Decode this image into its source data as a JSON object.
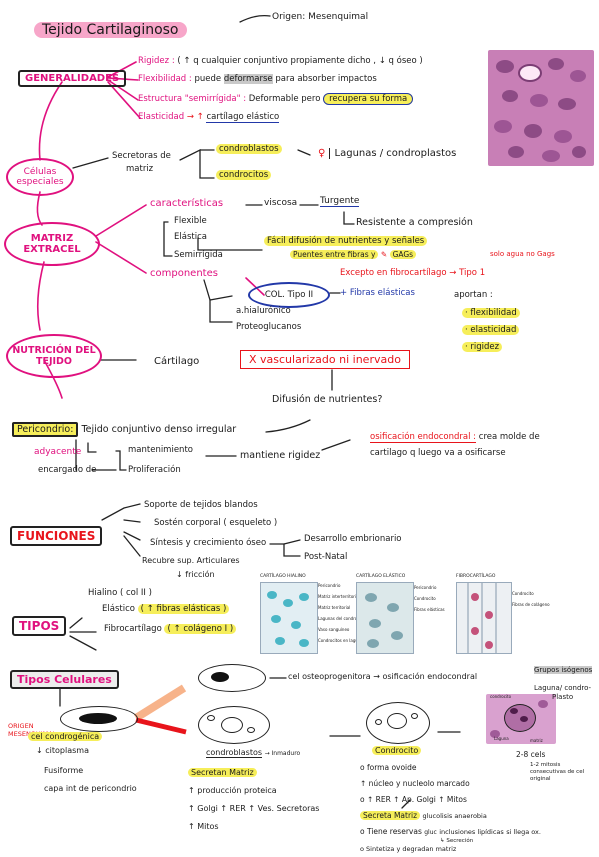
{
  "title": {
    "text": "Tejido Cartilaginoso",
    "origen": "Origen: Mesenquimal"
  },
  "generalidades": {
    "label": "GENERALIDADES",
    "rigidez_a": "Rigidez :",
    "rigidez_b": "( ↑ q cualquier conjuntivo propiamente dicho , ↓ q óseo )",
    "flex_a": "Flexibilidad :",
    "flex_b": "puede",
    "flex_c": "deformarse",
    "flex_d": "para absorber impactos",
    "estr_a": "Estructura \"semirrígida\" :",
    "estr_b": "Deformable pero",
    "estr_c": "recupera su forma",
    "elast_a": "Elasticidad",
    "elast_b": "cartílago elástico"
  },
  "celulas": {
    "label_1": "Células",
    "label_2": "especiales",
    "secretoras_1": "Secretoras de",
    "secretoras_2": "matriz",
    "condroblastos": "condroblastos",
    "condrocitos": "condrocitos",
    "lagunas": "Lagunas / condroplastos"
  },
  "matriz": {
    "label_1": "MATRIZ",
    "label_2": "EXTRACEL",
    "caracteristicas": "características",
    "viscosa": "viscosa",
    "turgente": "Turgente",
    "resistente": "Resistente a compresión",
    "flexible": "Flexible",
    "elastica": "Elástica",
    "semirrigida": "Semirrígida",
    "facil": "Fácil difusión de nutrientes y señales",
    "puentes": "Puentes entre fibras y",
    "gags": "GAGs",
    "componentes": "componentes",
    "col": "COL. Tipo II",
    "fibras": "+ Fibras elásticas",
    "excepto": "Excepto en fibrocartílago → Tipo 1",
    "solo": "solo agua no Gags",
    "aportan": "aportan :",
    "ap1": "· flexibilidad",
    "ap2": "· elasticidad",
    "ap3": "· rigidez",
    "hialuronico": "a.hialurónico",
    "proteoglucanos": "Proteoglucanos"
  },
  "nutricion": {
    "label_1": "NUTRICIÓN DEL",
    "label_2": "TEJIDO",
    "cartilago": "Cártilago",
    "vascularizado": "X vascularizado ni inervado",
    "difusion": "Difusión de nutrientes?"
  },
  "pericondrio": {
    "label": "Pericondrio:",
    "desc": "Tejido conjuntivo denso irregular",
    "adyacente": "adyacente",
    "encargado": "encargado de",
    "mantenimiento": "mantenimiento",
    "proliferacion": "Proliferación",
    "rigidez": "mantiene rigidez",
    "osificacion": "osificación endocondral :",
    "osif_b": "crea molde de",
    "osif_c": "cartilago q luego va a osificarse"
  },
  "funciones": {
    "label": "FUNCIONES",
    "f1": "Soporte de tejidos blandos",
    "f2": "Sostén corporal ( esqueleto )",
    "f3": "Síntesis y crecimiento óseo",
    "f3a": "Desarrollo embrionario",
    "f3b": "Post-Natal",
    "f4": "Recubre sup. Articulares",
    "f4a": "↓ fricción"
  },
  "tipos": {
    "label": "TIPOS",
    "t1": "Hialino ( col II )",
    "t2a": "Elástico",
    "t2b": "( ↑ fibras elásticas )",
    "t3a": "Fibrocartílago",
    "t3b": "( ↑ colágeno I )",
    "panel_1": "CARTÍLAGO HIALINO",
    "panel_2": "CARTÍLAGO ELÁSTICO",
    "panel_3": "FIBROCARTÍLAGO",
    "p1_labels": [
      "Pericondrio",
      "Matriz interterritorial",
      "Matriz territorial",
      "Lagunas del condrocito",
      "Vaso sanguíneo",
      "Condrocitos en lagunas"
    ],
    "p2_labels": [
      "Pericondrio",
      "Condrocito",
      "Fibras elásticas"
    ],
    "p3_labels": [
      "Condrocito",
      "Fibras de colágeno"
    ]
  },
  "tipos_celulares": {
    "label": "Tipos Celulares",
    "origen_1": "ORIGEN",
    "origen_2": "MESENQUIMAL",
    "cel_cond": "cel condrogénica",
    "citoplasma": "↓ citoplasma",
    "fusiforme": "Fusiforme",
    "capa": "capa int de pericondrio",
    "osteoprog": "cel osteoprogenitora → osificación endocondral",
    "condroblastos": "condroblastos",
    "inmaduro": "→ Inmaduro",
    "secretan": "Secretan Matriz",
    "prod": "↑ producción proteica",
    "golgi": "↑ Golgi ↑ RER ↑ Ves. Secretoras",
    "mitos": "↑ Mitos",
    "condrocito": "Condrocito",
    "forma": "o forma ovoide",
    "nucleo": "↑ núcleo y nucleolo marcado",
    "rer": "o ↑ RER ↑ Ap. Golgi ↑ Mitos",
    "secreta": "Secreta Matriz",
    "gluc": "glucolisis anaerobia",
    "reservas": "o Tiene reservas",
    "glu2": "gluc",
    "inclusiones": "inclusiones lipídicas",
    "sinteti": "o Sintetiza y degradan matriz",
    "lsec": "↳ Secreción",
    "llega": "si llega ox.",
    "grupos": "Grupos isógenos",
    "laguna": "Laguna/ condro-",
    "plasto": "Plasto",
    "cels": "2-8 cels",
    "mitosis": "1-2 mitosis consecutivas de cel original",
    "cond_lbl": "condrocito",
    "laguna_lbl": "Laguna",
    "matriz_lbl": "matriz"
  }
}
